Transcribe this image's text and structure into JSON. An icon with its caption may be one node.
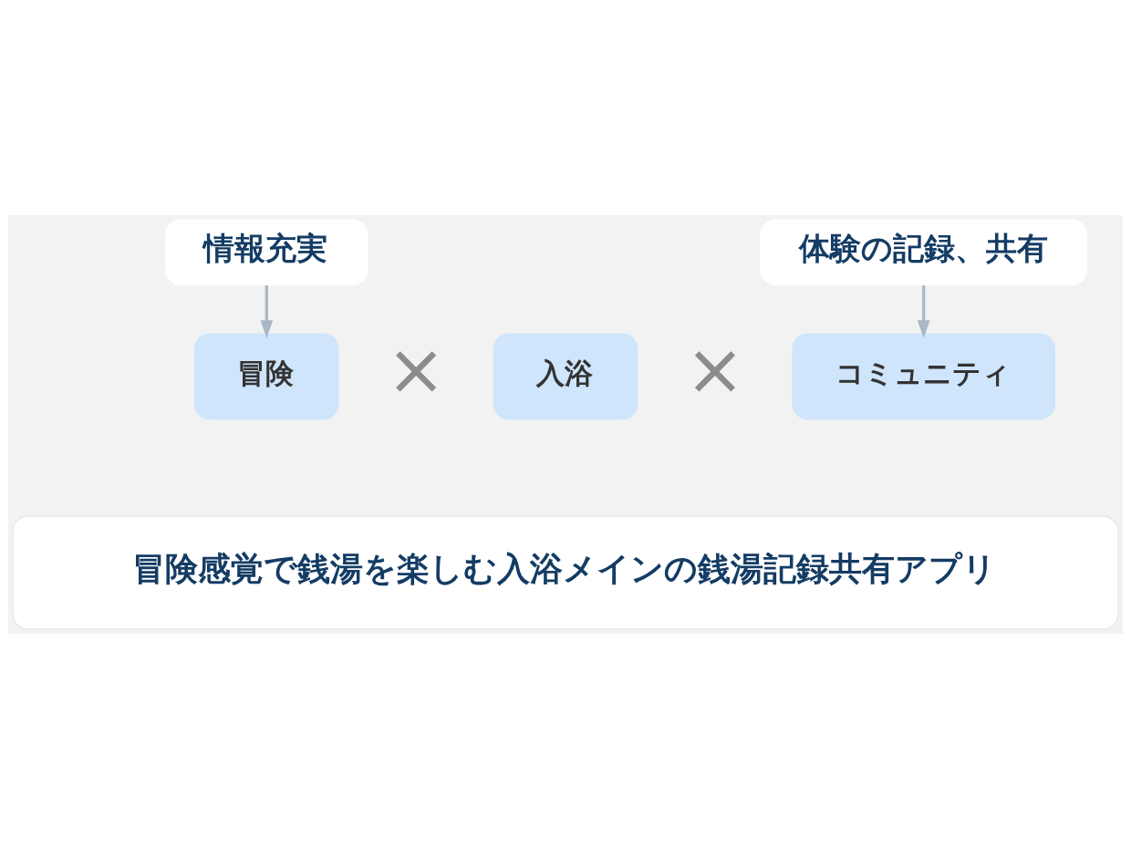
{
  "diagram": {
    "nodes": [
      {
        "text": [
          "情報充実"
        ]
      },
      {
        "text": [
          "体験の記録、共有"
        ]
      },
      {
        "text": [
          "冒険"
        ]
      },
      {
        "text": [
          "入浴"
        ]
      },
      {
        "text": [
          "コミュニティ"
        ]
      },
      {
        "text": [
          "冒険感覚で銭湯を楽しむ入浴メインの銭湯記録共有アプリ"
        ]
      }
    ],
    "edges": [
      {
        "from": 0,
        "to": 2,
        "arrow": "to"
      },
      {
        "from": 1,
        "to": 4,
        "arrow": "to"
      }
    ],
    "labels": [
      "×",
      "×"
    ]
  }
}
